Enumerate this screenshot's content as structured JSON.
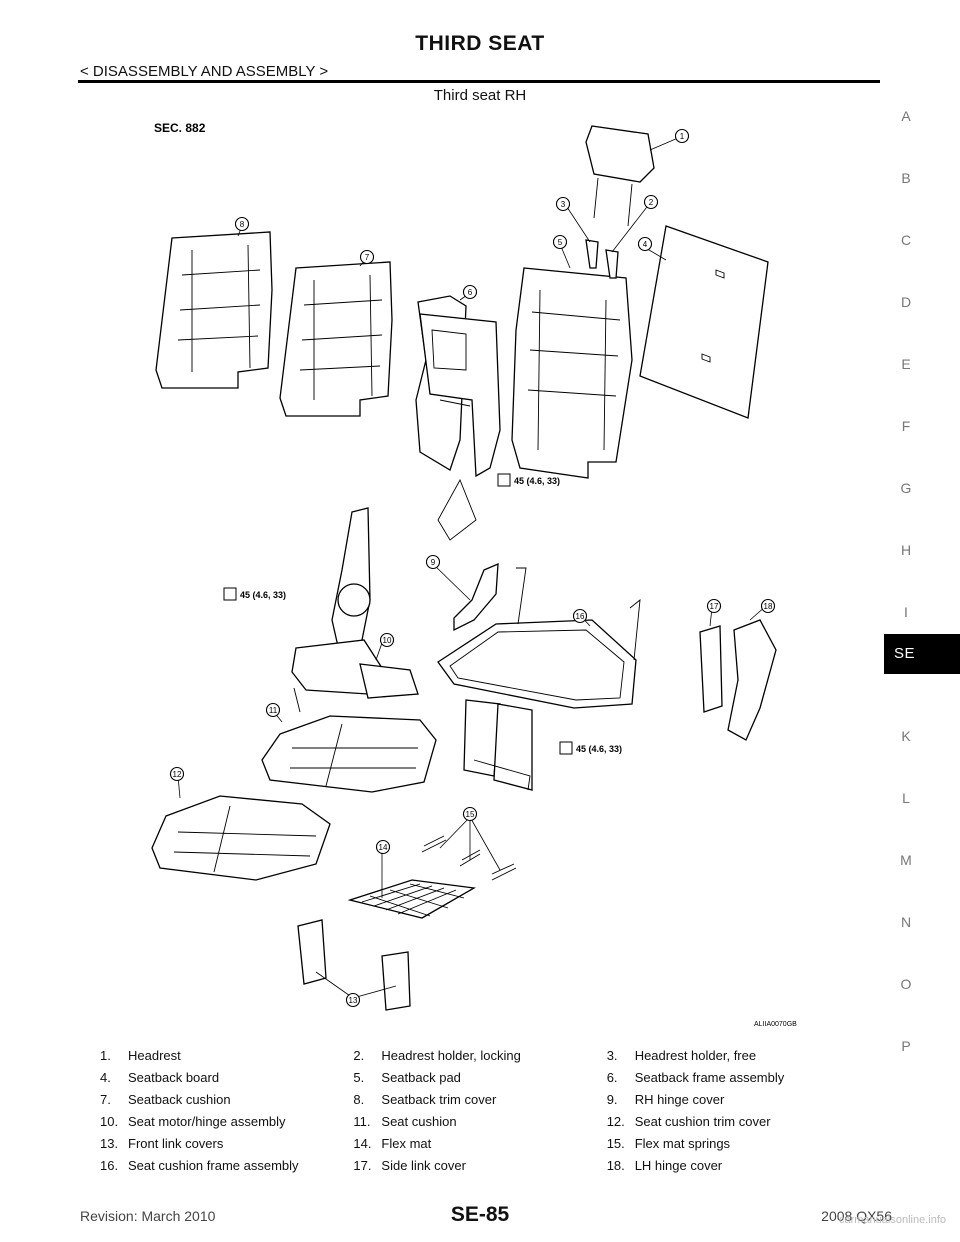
{
  "header": {
    "title": "THIRD SEAT",
    "breadcrumb": "< DISASSEMBLY AND ASSEMBLY >",
    "subtitle": "Third seat RH"
  },
  "side_index": {
    "letters": [
      "A",
      "B",
      "C",
      "D",
      "E",
      "F",
      "G",
      "H",
      "I",
      "SE",
      "K",
      "L",
      "M",
      "N",
      "O",
      "P"
    ],
    "active": "SE"
  },
  "diagram": {
    "sec_label": "SEC. 882",
    "image_code": "ALIIA0070GB",
    "torque_label": "45 (4.6, 33)",
    "callouts": [
      "1",
      "2",
      "3",
      "4",
      "5",
      "6",
      "7",
      "8",
      "9",
      "10",
      "11",
      "12",
      "13",
      "14",
      "15",
      "16",
      "17",
      "18"
    ]
  },
  "parts": [
    {
      "num": "1.",
      "name": "Headrest"
    },
    {
      "num": "2.",
      "name": "Headrest holder, locking"
    },
    {
      "num": "3.",
      "name": "Headrest holder, free"
    },
    {
      "num": "4.",
      "name": "Seatback board"
    },
    {
      "num": "5.",
      "name": "Seatback pad"
    },
    {
      "num": "6.",
      "name": "Seatback frame assembly"
    },
    {
      "num": "7.",
      "name": "Seatback cushion"
    },
    {
      "num": "8.",
      "name": "Seatback trim cover"
    },
    {
      "num": "9.",
      "name": "RH hinge cover"
    },
    {
      "num": "10.",
      "name": "Seat motor/hinge assembly"
    },
    {
      "num": "11.",
      "name": "Seat cushion"
    },
    {
      "num": "12.",
      "name": "Seat cushion trim cover"
    },
    {
      "num": "13.",
      "name": "Front link covers"
    },
    {
      "num": "14.",
      "name": "Flex mat"
    },
    {
      "num": "15.",
      "name": "Flex mat springs"
    },
    {
      "num": "16.",
      "name": "Seat cushion frame assembly"
    },
    {
      "num": "17.",
      "name": "Side link cover"
    },
    {
      "num": "18.",
      "name": "LH hinge cover"
    }
  ],
  "footer": {
    "revision": "Revision: March 2010",
    "page": "SE-85",
    "model": "2008 QX56",
    "watermark": "carmanualsonline.info"
  }
}
